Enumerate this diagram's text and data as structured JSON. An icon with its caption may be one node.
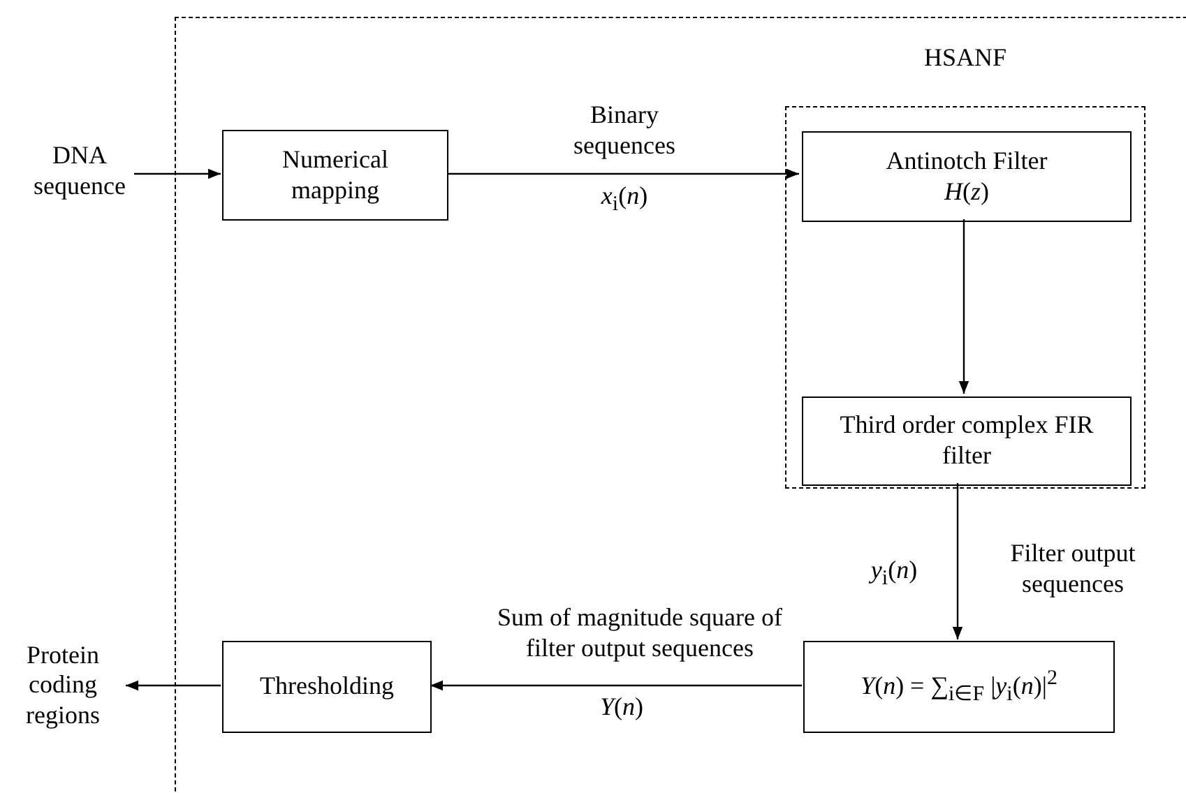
{
  "diagram": {
    "nodes": [
      {
        "text": [],
        "shape": "box"
      },
      {
        "text": [
          "DNA sequence"
        ]
      },
      {
        "text": [
          "Numerical mapping"
        ],
        "in": 0
      },
      {
        "text": [
          "HSANF"
        ],
        "in": 0
      },
      {
        "text": [
          "Antinotch Filter",
          "*H*(*z*)"
        ],
        "in": 3
      },
      {
        "text": [
          "Third order complex FIR filter"
        ],
        "in": 3
      },
      {
        "text": [
          "*Y*(*n*) = ∑$_{i∈F}$ |*y*$_{i}$(*n*)|$^{2}$"
        ],
        "in": 0
      },
      {
        "text": [
          "Thresholding"
        ],
        "in": 0
      },
      {
        "text": [
          "Protein coding regions"
        ]
      }
    ],
    "edges": [
      {
        "from": 1,
        "to": 2,
        "arrow": "to"
      },
      {
        "from": 2,
        "to": 4,
        "arrow": "to",
        "label": "Binary sequences"
      },
      {
        "from": 4,
        "to": 5,
        "arrow": "to"
      },
      {
        "from": 5,
        "to": 6,
        "arrow": "to",
        "label": "Filter output sequences"
      },
      {
        "from": 6,
        "to": 7,
        "arrow": "to",
        "label": "Sum of magnitude square of filter output sequences"
      },
      {
        "from": 7,
        "to": 8,
        "arrow": "to"
      }
    ],
    "labels": [
      "*x*$_{i}$(*n*)",
      "*y*$_{i}$(*n*)",
      "*Y*(*n*)"
    ]
  }
}
